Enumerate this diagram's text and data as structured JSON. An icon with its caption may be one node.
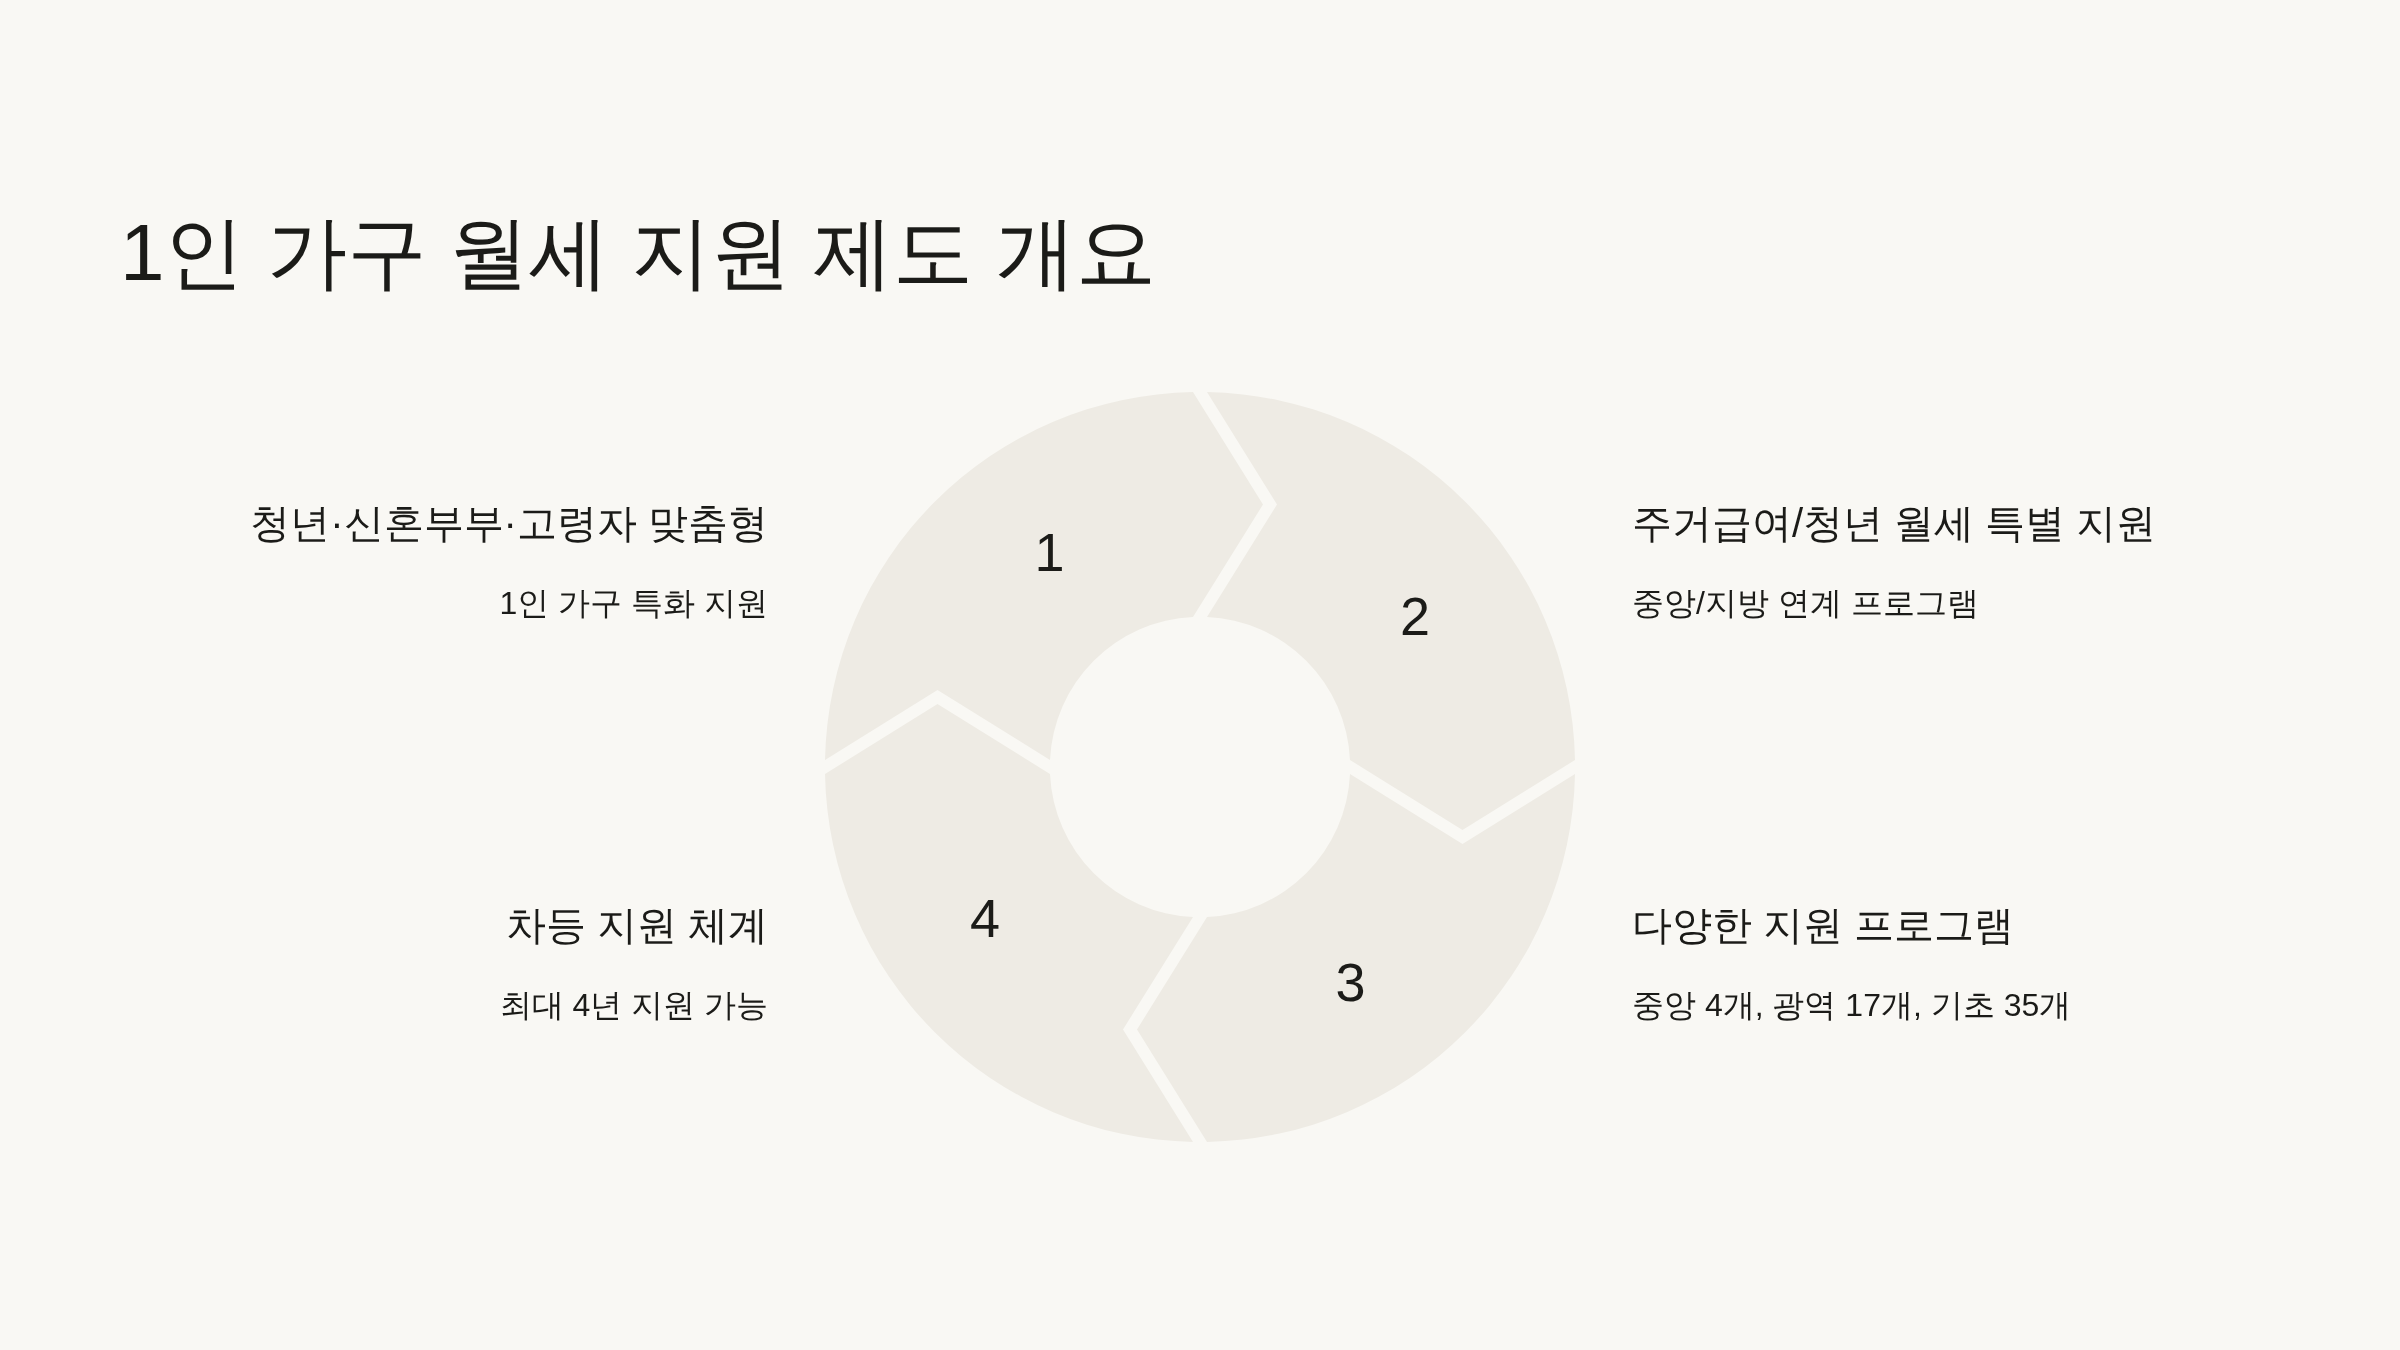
{
  "diagram": {
    "title": "1인 가구 월세 지원 제도 개요",
    "nodes": [
      {
        "text": [
          "1"
        ],
        "beside": [
          "청년·신혼부부·고령자 맞춤형",
          "1인 가구 특화 지원"
        ]
      },
      {
        "text": [
          "2"
        ],
        "beside": [
          "주거급여/청년 월세 특별 지원",
          "중앙/지방 연계 프로그램"
        ]
      },
      {
        "text": [
          "3"
        ],
        "beside": [
          "다양한 지원 프로그램",
          "중앙 4개, 광역 17개, 기초 35개"
        ]
      },
      {
        "text": [
          "4"
        ],
        "beside": [
          "차등 지원 체계",
          "최대 4년 지원 가능"
        ]
      }
    ]
  }
}
